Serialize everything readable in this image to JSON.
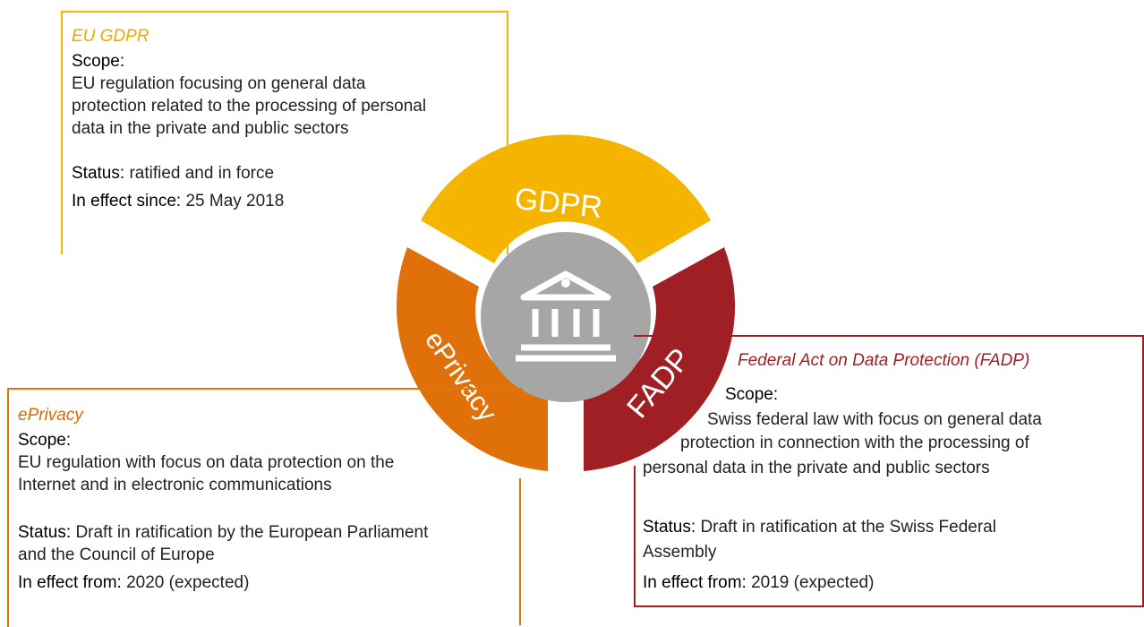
{
  "gdpr": {
    "segment_label": "GDPR",
    "title": "EU GDPR",
    "scope_label": "Scope:",
    "scope_lines": [
      "EU regulation focusing on general data",
      "protection related to the processing of personal",
      "data in the private and public sectors"
    ],
    "status_label": "Status:",
    "status_value": "ratified and in force",
    "effect_label": "In effect since:",
    "effect_value": "25 May 2018",
    "color": "#f5b400"
  },
  "eprivacy": {
    "segment_label": "ePrivacy",
    "title": "ePrivacy",
    "scope_label": "Scope:",
    "scope_lines": [
      "EU regulation with focus on data protection on the",
      "Internet and in electronic communications"
    ],
    "status_label": "Status:",
    "status_lines": [
      "Draft in ratification by the European Parliament",
      "and the Council of Europe"
    ],
    "effect_label": "In effect from:",
    "effect_value": "2020 (expected)",
    "color": "#e0700a"
  },
  "fadp": {
    "segment_label": "FADP",
    "title": "Federal Act on Data Protection (FADP)",
    "scope_label": "Scope:",
    "scope_lines": [
      "Swiss federal law with focus on general data",
      "protection in connection with the processing of",
      "personal data in the private and public sectors"
    ],
    "status_label": "Status:",
    "status_lines": [
      "Draft in ratification at the Swiss Federal",
      "Assembly"
    ],
    "effect_label": "In effect from:",
    "effect_value": "2019 (expected)",
    "color": "#a01f24"
  },
  "center": {
    "icon": "government-building-icon",
    "color": "#a6a6a6"
  }
}
